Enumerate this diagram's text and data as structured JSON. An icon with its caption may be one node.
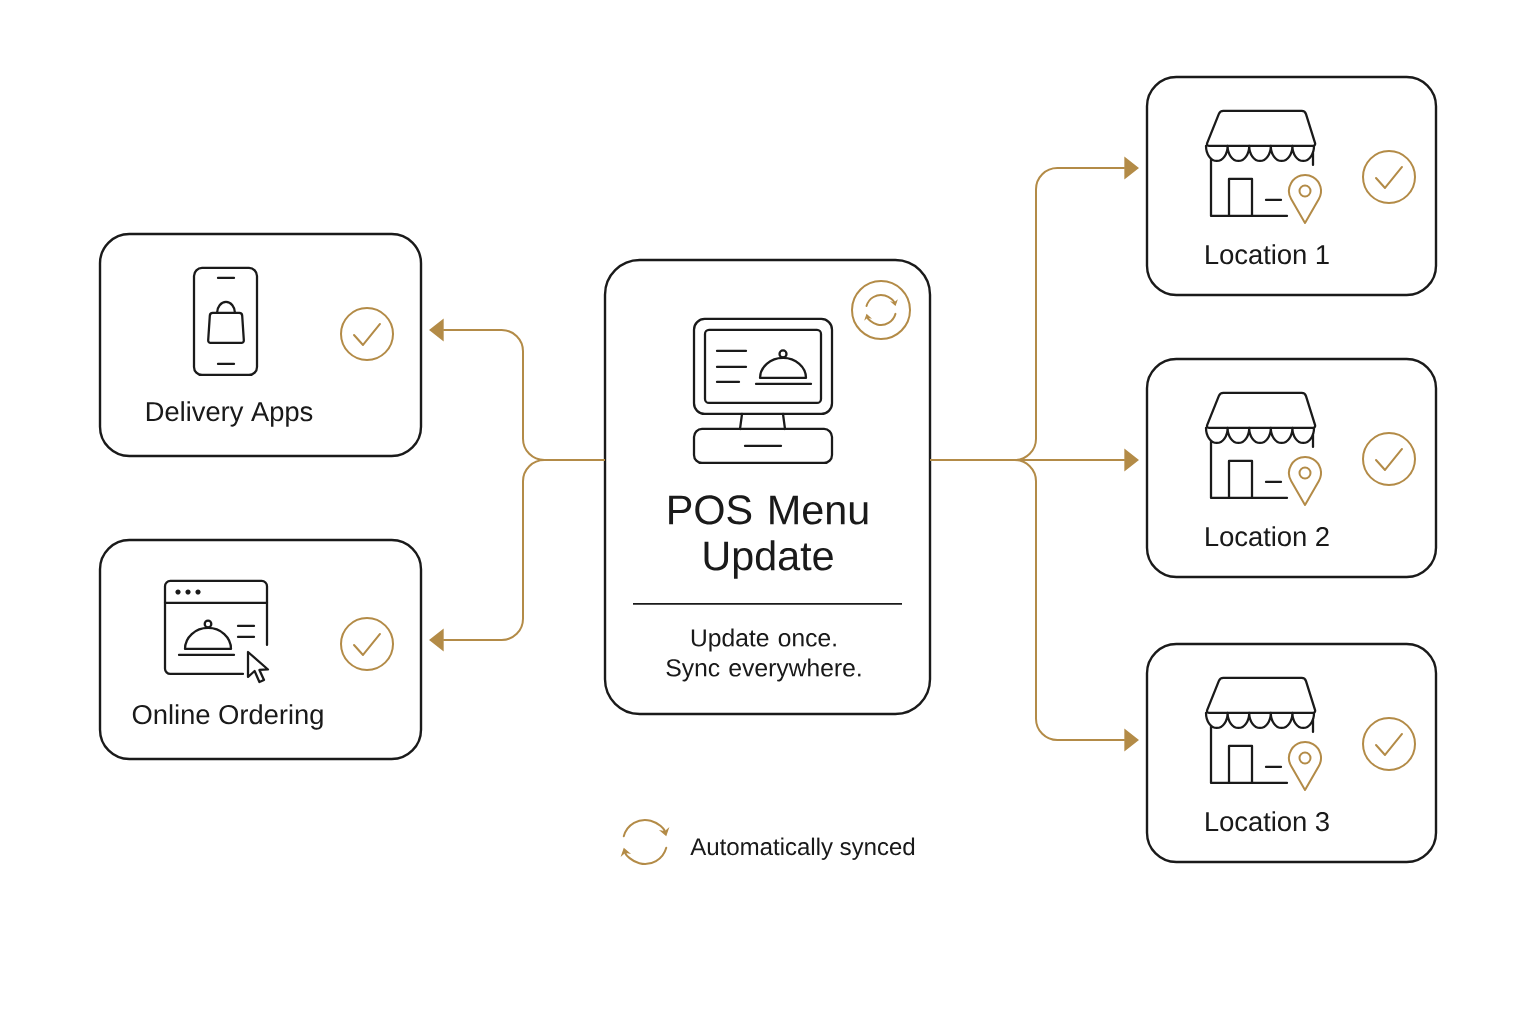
{
  "diagram": {
    "nodes": [
      {
        "text": [
          "POS Menu Update",
          "Update once. Sync everywhere."
        ]
      },
      {
        "text": [
          "Delivery Apps"
        ]
      },
      {
        "text": [
          "Online Ordering"
        ]
      },
      {
        "text": [
          "Location 1"
        ]
      },
      {
        "text": [
          "Location 2"
        ]
      },
      {
        "text": [
          "Location 3"
        ]
      }
    ],
    "edges": [
      {
        "from": 0,
        "to": 1,
        "arrow": "to"
      },
      {
        "from": 0,
        "to": 2,
        "arrow": "to"
      },
      {
        "from": 0,
        "to": 3,
        "arrow": "to"
      },
      {
        "from": 0,
        "to": 4,
        "arrow": "to"
      },
      {
        "from": 0,
        "to": 5,
        "arrow": "to"
      }
    ],
    "legend": [
      {
        "text": "Automatically synced"
      }
    ]
  }
}
